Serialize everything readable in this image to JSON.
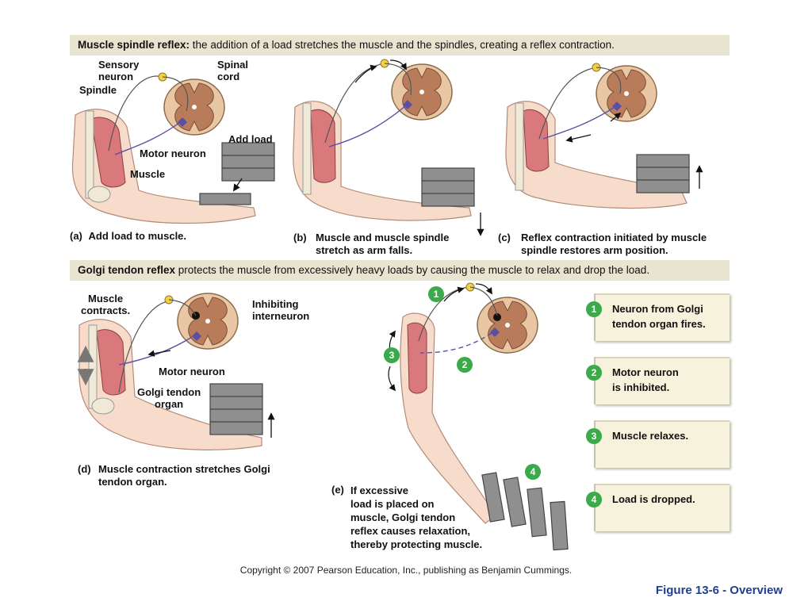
{
  "banner_top": {
    "bold": "Muscle spindle reflex:",
    "rest": " the addition of a load stretches the muscle and the spindles, creating a reflex contraction."
  },
  "banner_bottom": {
    "bold": "Golgi tendon reflex",
    "rest": " protects the muscle from excessively heavy loads by causing the muscle to relax and drop the load."
  },
  "panel_a": {
    "sensory_neuron": "Sensory\nneuron",
    "spinal_cord": "Spinal\ncord",
    "spindle": "Spindle",
    "motor_neuron": "Motor neuron",
    "add_load": "Add load",
    "muscle": "Muscle",
    "key": "(a)",
    "caption": "Add load to muscle."
  },
  "panel_b": {
    "key": "(b)",
    "caption": "Muscle and muscle spindle\nstretch as arm falls."
  },
  "panel_c": {
    "key": "(c)",
    "caption": "Reflex contraction initiated by muscle\nspindle restores arm position."
  },
  "panel_d": {
    "muscle_contracts": "Muscle\ncontracts.",
    "inhibiting_interneuron": "Inhibiting\ninterneuron",
    "motor_neuron": "Motor neuron",
    "golgi_tendon_organ": "Golgi tendon\norgan",
    "key": "(d)",
    "caption": "Muscle contraction stretches Golgi\ntendon organ."
  },
  "panel_e": {
    "key": "(e)",
    "caption": "If excessive\nload is placed on\nmuscle, Golgi tendon\nreflex causes relaxation,\nthereby protecting muscle.",
    "markers": [
      "1",
      "2",
      "3",
      "4"
    ]
  },
  "steps": [
    {
      "num": "1",
      "text": "Neuron from Golgi\ntendon organ fires."
    },
    {
      "num": "2",
      "text": "Motor neuron\nis inhibited."
    },
    {
      "num": "3",
      "text": "Muscle relaxes."
    },
    {
      "num": "4",
      "text": "Load is dropped."
    }
  ],
  "copyright": "Copyright © 2007 Pearson Education, Inc., publishing as Benjamin Cummings.",
  "figure_label": "Figure 13-6 - Overview",
  "colors": {
    "banner": "#e9e4cf",
    "step_green": "#3aaa4a",
    "figure_label": "#1f3f8f",
    "skin": "#f7dccb",
    "muscle": "#d9797c",
    "cord": "#d9a67e",
    "neuron": "#5b4fa3",
    "load": "#8f8f8f"
  }
}
